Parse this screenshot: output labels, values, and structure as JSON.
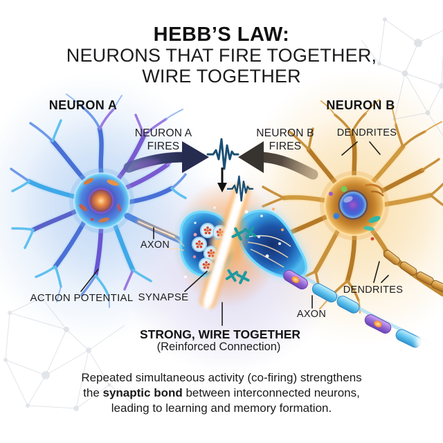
{
  "header": {
    "title_line1": "HEBB’S LAW:",
    "title_line2": "NEURONS THAT FIRE TOGETHER,",
    "title_line3": "WIRE TOGETHER"
  },
  "diagram": {
    "neuron_a_title": "NEURON A",
    "neuron_b_title": "NEURON B",
    "neuron_a_fires_line1": "NEURON A",
    "neuron_a_fires_line2": "FIRES",
    "neuron_b_fires_line1": "NEURON B",
    "neuron_b_fires_line2": "FIRES",
    "dendrites_top_label": "DENDRITES",
    "axon_left_label": "AXON",
    "action_potential_label": "ACTION POTENTIAL",
    "synapse_label": "SYNAPSE",
    "dendrites_right_label": "DENDRITES",
    "axon_right_label": "AXON"
  },
  "callout": {
    "line1": "STRONG, WIRE TOGETHER",
    "line2": "(Reinforced Connection)"
  },
  "caption": {
    "line1": "Repeated simultaneous activity (co-firing) strengthens",
    "line2_pre": "the ",
    "line2_bold": "synaptic bond",
    "line2_post": " between interconnected neurons,",
    "line3": "leading to learning and memory formation."
  },
  "icons": {
    "pulse_top": "pulse-waveform-icon",
    "pulse_mid": "pulse-waveform-icon",
    "down_arrow": "down-arrow-icon",
    "arrow_left": "neuron-a-fires-arrow",
    "arrow_right": "neuron-b-fires-arrow"
  },
  "colors": {
    "background": "#ffffff",
    "text": "#161616",
    "neuron_a_primary": "#4a6fd6",
    "neuron_a_glow": "#49b8ea",
    "neuron_b_primary": "#c8862f",
    "neuron_b_glow": "#eab45e",
    "synapse_glow": "#ff9b3d",
    "pulse_icon": "#1a4f74",
    "arrow_navy": "#262b50",
    "arrow_gray": "#37332f",
    "receptor_teal": "#1e9aa0"
  }
}
